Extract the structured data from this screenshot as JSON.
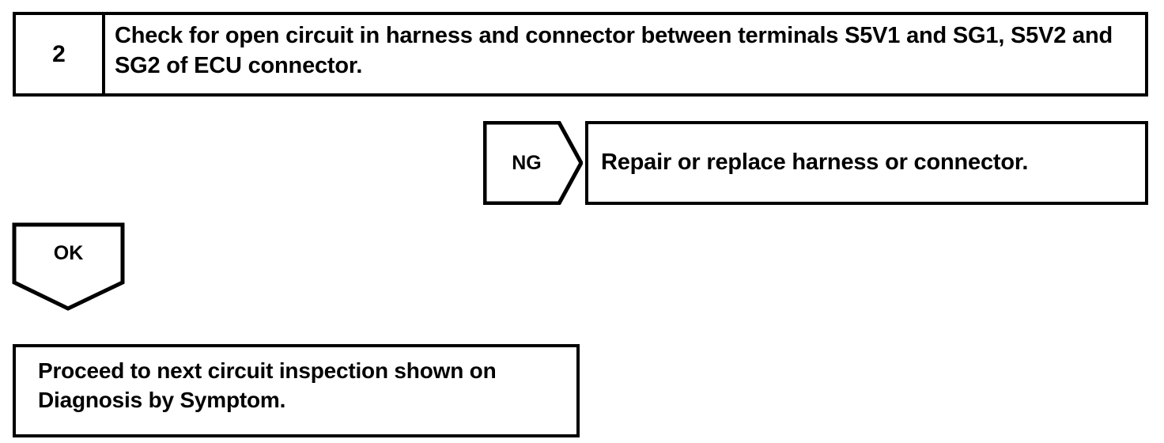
{
  "diagram": {
    "type": "troubleshooting-flowchart",
    "colors": {
      "line": "#000000",
      "background": "#ffffff",
      "text": "#000000"
    },
    "step": {
      "number": "2",
      "instruction": "Check for open circuit in harness and connector between terminals S5V1 and SG1, S5V2 and SG2 of ECU connector."
    },
    "branches": {
      "ng": {
        "label": "NG",
        "result": "Repair or replace harness or connector."
      },
      "ok": {
        "label": "OK",
        "result": "Proceed to next circuit inspection shown on Diagnosis by Symptom."
      }
    }
  }
}
